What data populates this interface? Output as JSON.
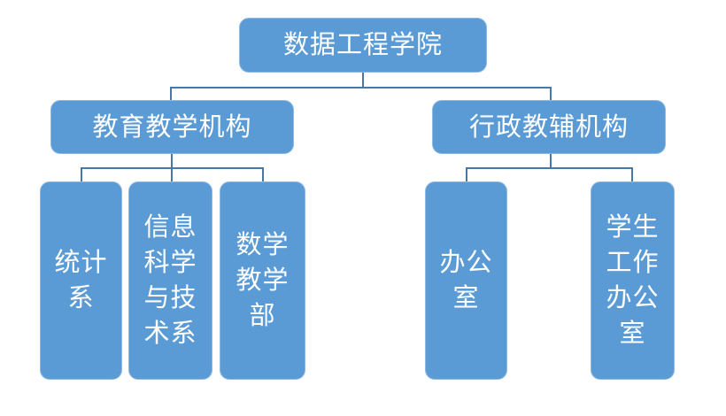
{
  "org_chart": {
    "type": "org-tree-diagram",
    "root": {
      "label": "数据工程学院"
    },
    "branches": [
      {
        "label": "教育教学机构",
        "children": [
          {
            "label": "统计\n系"
          },
          {
            "label": "信息\n科学\n与技\n术系"
          },
          {
            "label": "数学\n教学\n部"
          }
        ]
      },
      {
        "label": "行政教辅机构",
        "children": [
          {
            "label": "办公\n室"
          },
          {
            "label": "学生\n工作\n办公\n室"
          }
        ]
      }
    ],
    "colors": {
      "node_fill": "#5B9BD5",
      "node_border": "#8FB9E4",
      "connector": "#4678A8",
      "text": "#FFFFFF",
      "background": "#FFFFFF"
    }
  }
}
